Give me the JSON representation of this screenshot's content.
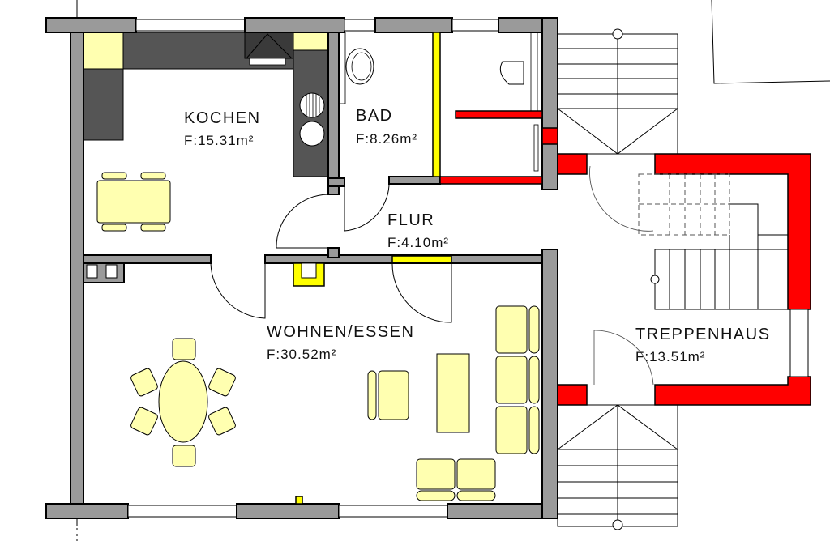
{
  "plan": {
    "rooms": [
      {
        "name": "KOCHEN",
        "area": "F:15.31m²"
      },
      {
        "name": "BAD",
        "area": "F:8.26m²"
      },
      {
        "name": "FLUR",
        "area": "F:4.10m²"
      },
      {
        "name": "WOHNEN/ESSEN",
        "area": "F:30.52m²"
      },
      {
        "name": "TREPPENHAUS",
        "area": "F:13.51m²"
      }
    ],
    "colors": {
      "wall": "#9a9a9a",
      "new_wall": "#ff0000",
      "light_wall": "#ffff00",
      "furniture": "#ffffb0",
      "counter": "#555555"
    }
  }
}
